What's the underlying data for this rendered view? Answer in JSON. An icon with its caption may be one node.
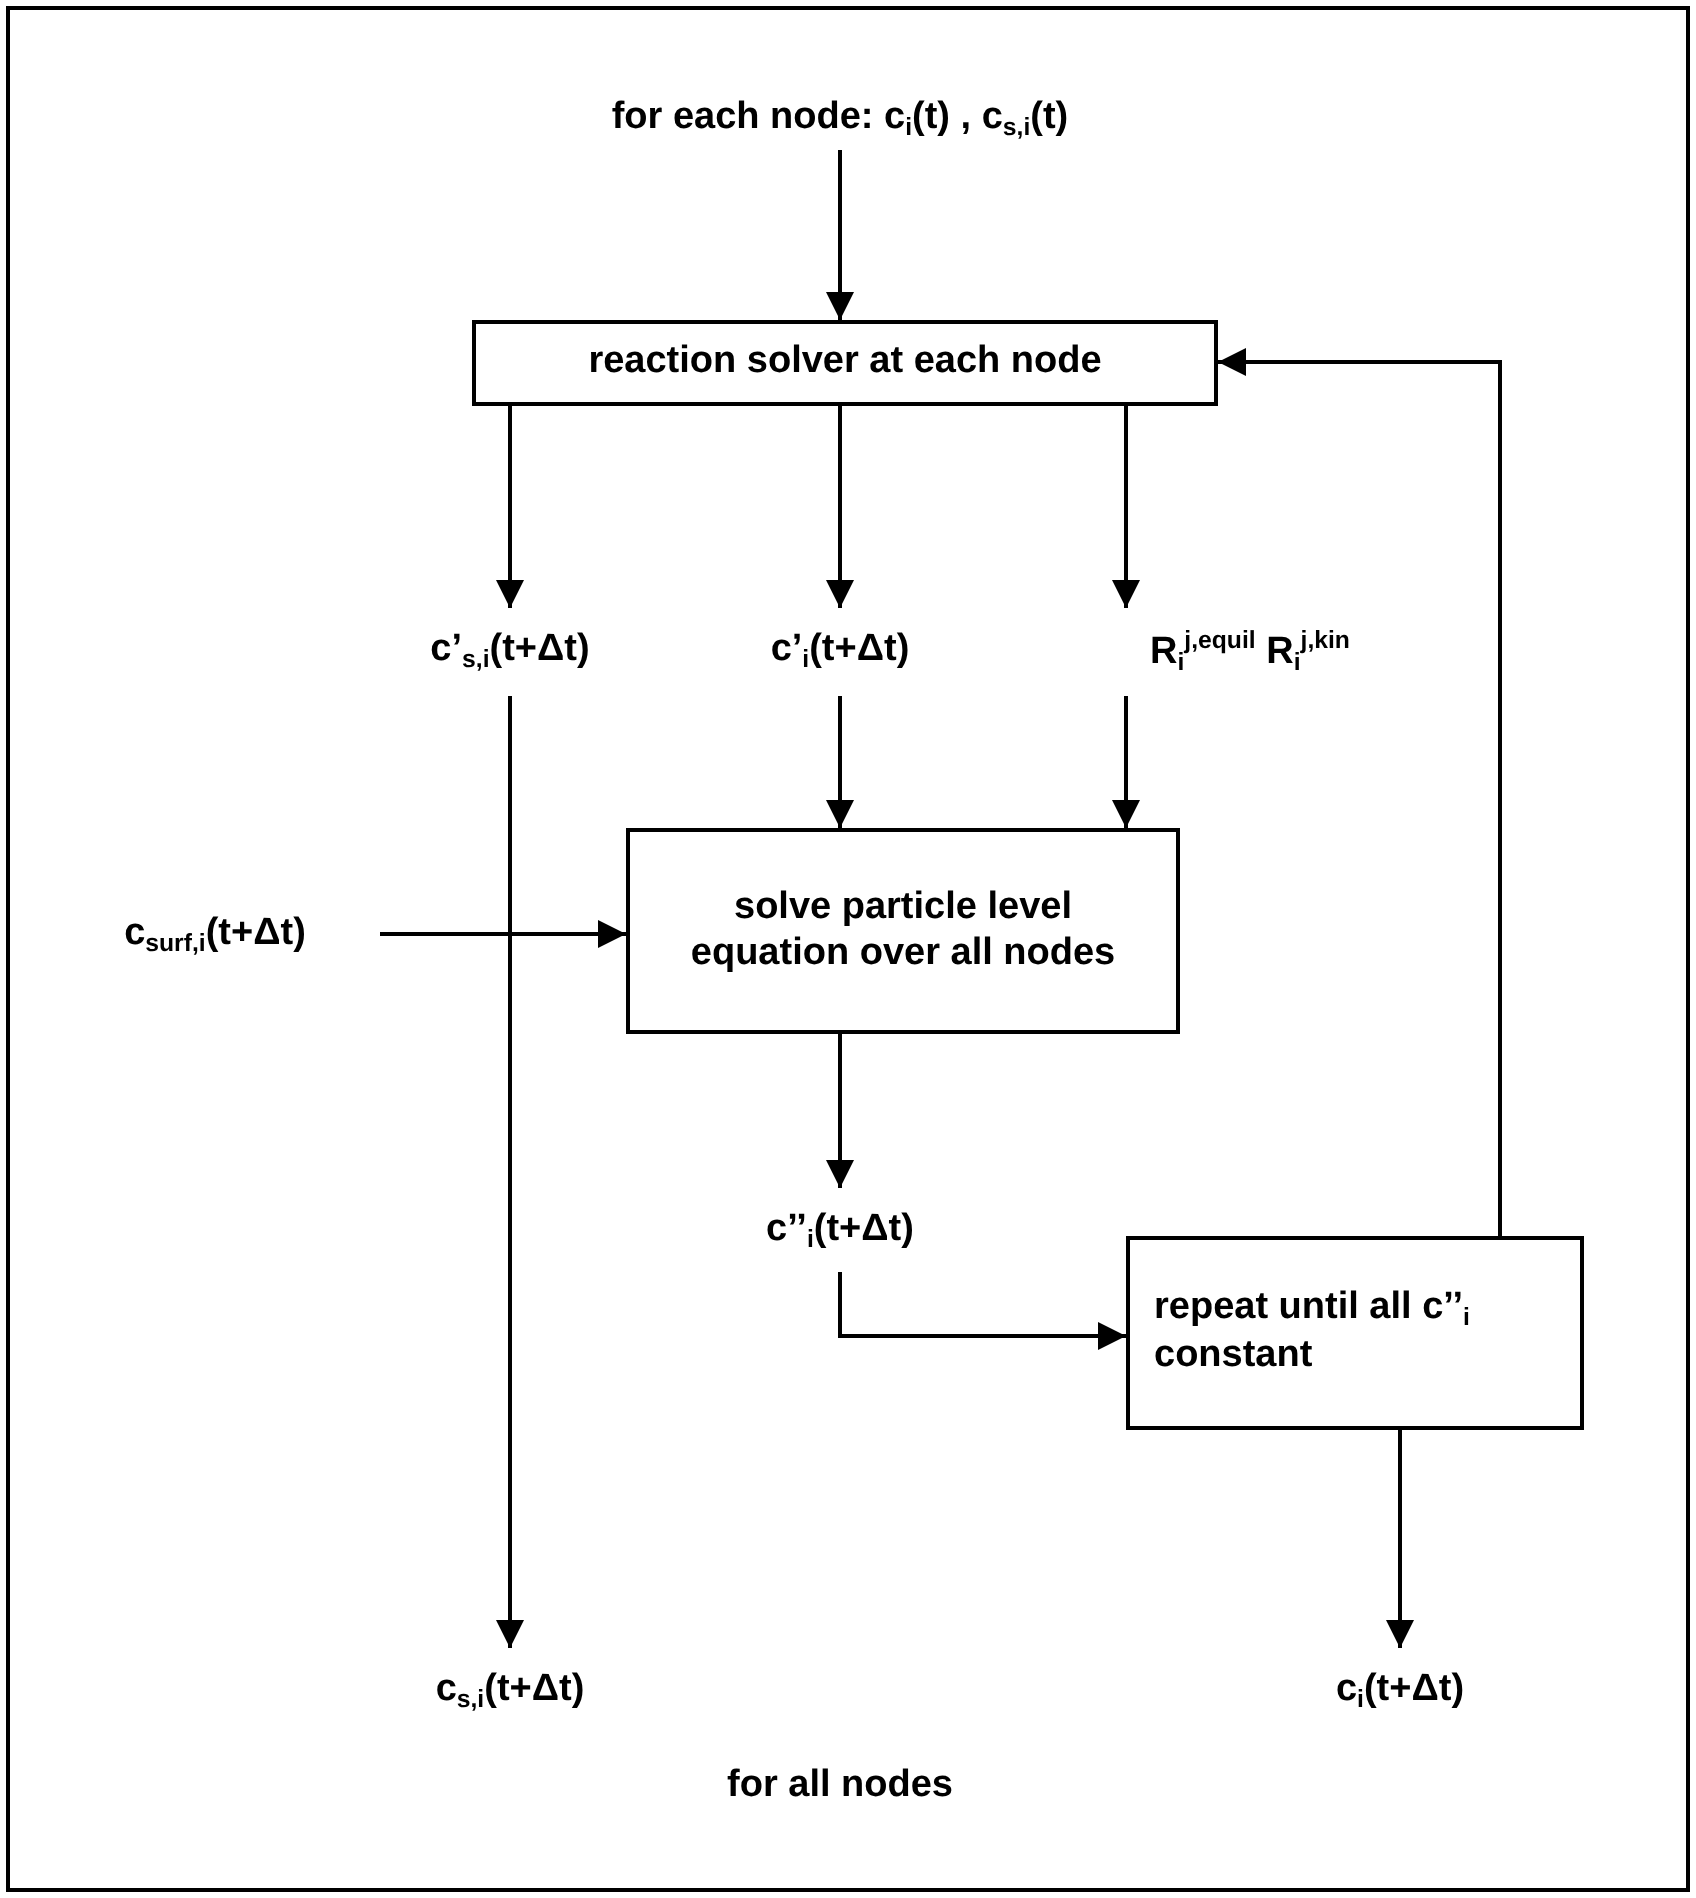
{
  "diagram": {
    "nodes": [
      {
        "text": [
          "for each node: c$_{i}$(t) , c$_{s,i}$(t)"
        ]
      },
      {
        "text": [
          "reaction solver at each node"
        ]
      },
      {
        "text": [
          "c’$_{s,i}$(t+Δt)"
        ]
      },
      {
        "text": [
          "c’$_{i}$(t+Δt)"
        ]
      },
      {
        "text": [
          "R$_{i}$$^{j,equil}$  R$_{i}$$^{j,kin}$"
        ]
      },
      {
        "text": [
          "c$_{surf,i}$(t+Δt)"
        ]
      },
      {
        "text": [
          "solve particle level equation over all nodes"
        ]
      },
      {
        "text": [
          "c’’$_{i}$(t+Δt)"
        ]
      },
      {
        "text": [
          "repeat until all c’’$_{i}$ constant"
        ]
      },
      {
        "text": [
          "c$_{s,i}$(t+Δt)"
        ]
      },
      {
        "text": [
          "c$_{i}$(t+Δt)"
        ]
      }
    ],
    "edges": [
      {
        "from": 0,
        "to": 1,
        "arrow": "to"
      },
      {
        "from": 1,
        "to": 2,
        "arrow": "to"
      },
      {
        "from": 1,
        "to": 3,
        "arrow": "to"
      },
      {
        "from": 1,
        "to": 4,
        "arrow": "to"
      },
      {
        "from": 2,
        "to": 9,
        "arrow": "to"
      },
      {
        "from": 3,
        "to": 6,
        "arrow": "to"
      },
      {
        "from": 4,
        "to": 6,
        "arrow": "to"
      },
      {
        "from": 5,
        "to": 6,
        "arrow": "to"
      },
      {
        "from": 6,
        "to": 7,
        "arrow": "to"
      },
      {
        "from": 7,
        "to": 8,
        "arrow": "to"
      },
      {
        "from": 8,
        "to": 10,
        "arrow": "to"
      },
      {
        "from": 8,
        "to": 1,
        "arrow": "to"
      }
    ],
    "labels": [
      "for all nodes"
    ]
  }
}
